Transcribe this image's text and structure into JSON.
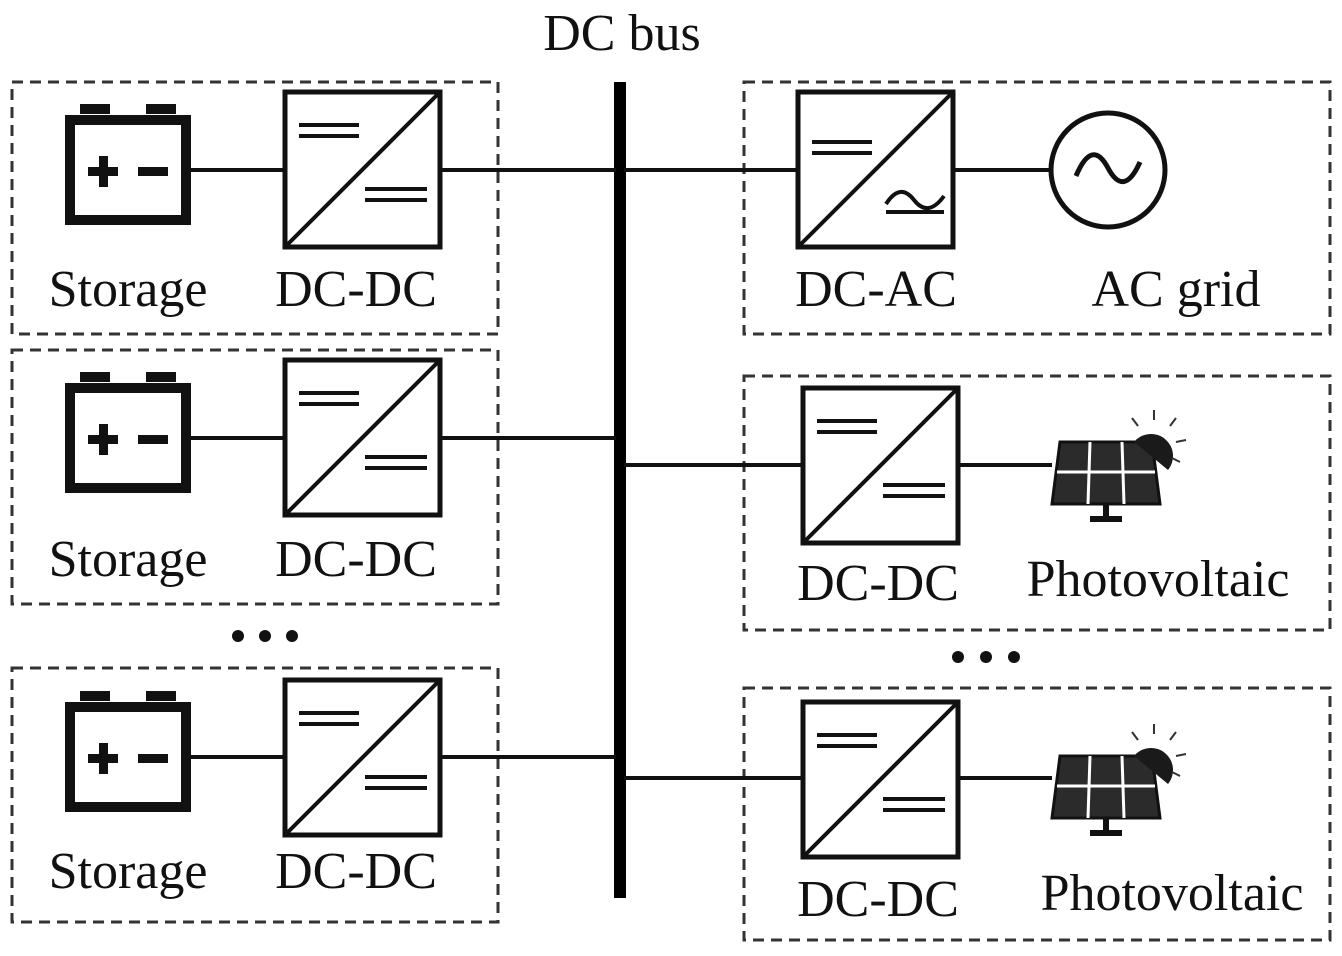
{
  "bus": {
    "label": "DC bus"
  },
  "storage_units": [
    {
      "device_label": "Storage",
      "converter_label": "DC-DC"
    },
    {
      "device_label": "Storage",
      "converter_label": "DC-DC"
    },
    {
      "device_label": "Storage",
      "converter_label": "DC-DC"
    }
  ],
  "grid_unit": {
    "converter_label": "DC-AC",
    "device_label": "AC grid"
  },
  "pv_units": [
    {
      "converter_label": "DC-DC",
      "device_label": "Photovoltaic"
    },
    {
      "converter_label": "DC-DC",
      "device_label": "Photovoltaic"
    }
  ],
  "icons": {
    "storage": "battery-icon",
    "dcdc": "dc-dc-converter-icon",
    "dcac": "dc-ac-converter-icon",
    "grid": "ac-source-icon",
    "pv": "solar-panel-icon"
  },
  "colors": {
    "line": "#111111",
    "box": "#333333",
    "background": "#ffffff"
  }
}
